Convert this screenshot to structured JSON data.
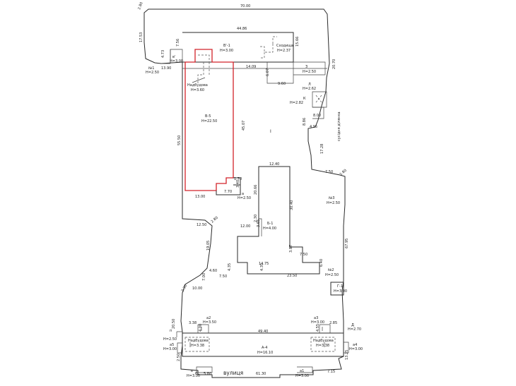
{
  "dims": {
    "top": "70.00",
    "nw_corner": "2.80",
    "left_top": "17.53",
    "b1_width": "44.86",
    "b1_left": "7.56",
    "b1_right": "15.66",
    "e_right": "20.70",
    "pr4_73": "4.73",
    "pr13_90": "13.90",
    "pr14_09": "14.09",
    "pr6_07": "6.07",
    "pr9_60": "9.60",
    "pr8_00": "8.00",
    "pr8_86": "8.86",
    "pr4_95": "4.95",
    "pr17_28": "17.28",
    "pr7_50a": "7.50",
    "pr2_80b": "2.80",
    "left_main": "55.50",
    "b5_right": "45.07",
    "pr1_70": "1.70",
    "pr3_40": "3.40",
    "pr13_00": "13.00",
    "pr7_70": "7.70",
    "pr12_40": "12.40",
    "pr20_66": "20.66",
    "pr30_40": "30.40",
    "pr12_50": "12.50",
    "pr2_80c": "2.80",
    "pr12_00": "12.00",
    "pr2_30": "2.30",
    "pr3_65": "3.65",
    "pr3_87": "3.87",
    "pr7_50b": "7.50",
    "pr19_05": "19.05",
    "pr4_60": "4.60",
    "pr4_35a": "4.35",
    "pr14_75": "14.75",
    "pr4_35b": "4.35",
    "pr6_40": "6.40",
    "pr67_95": "67.95",
    "pr7_00": "7.00",
    "pr7_50c": "7.50",
    "pr23_50": "23.50",
    "pr2_30b": "2.30",
    "pr10_00": "10.00",
    "pr3_38": "3.38",
    "pr4_00a": "4.00",
    "pr49_40": "49.40",
    "pr2_85": "2.85",
    "pr4_55": "4.55",
    "pr20_50": "20.50",
    "pr2_50s": "2.50",
    "pr61_30": "61.30",
    "pr6_w": "6",
    "pr5_80": "5.80",
    "pr7_15": "7.15",
    "pr13_25": "13.25"
  },
  "labels": {
    "n1": "№1",
    "n1_h": "H=2.50",
    "v_small": "в'",
    "v_small_h": "H=3.00",
    "b1": "В'-1",
    "b1_h": "H=3.00",
    "skhodyshche": "Сходища",
    "skhodyshche_h": "H=2.37",
    "z": "З",
    "z_h": "H=2.50",
    "nadbudova_top": "Надбудова",
    "nadbudova_top_h": "H=3.60",
    "l": "Л",
    "l_h": "H=2.62",
    "k": "К",
    "k_h": "H=2.82",
    "b5": "В-5",
    "b5_h": "H=22.50",
    "roman1": "І",
    "side": "сусідня ділянка",
    "a": "а",
    "a_h": "H=2.50",
    "n3": "№3",
    "n3_h": "H=2.50",
    "b_1": "Б-1",
    "b_1_h": "H=4.00",
    "n2": "№2",
    "n2_h": "H=2.50",
    "g1": "Г-1",
    "g1_h": "H=3.00",
    "a2": "а2",
    "a2_h": "H=3.50",
    "a3": "а3",
    "a3_h": "H=3.00",
    "d": "Д",
    "d_h": "H=2.70",
    "p": "п",
    "p_h": "H=2.50",
    "a5": "а5",
    "a5_h": "H=3.00",
    "a4": "а4",
    "a4_h": "H=3.00",
    "nad_l": "Надбудова",
    "nad_l_h": "H=3.38",
    "nad_r": "Надбудова",
    "nad_r_h": "H=3.38",
    "a_main": "А-4",
    "a_main_h": "H=16.10",
    "street": "вулиця",
    "e_bot": "е",
    "e_bot_h": "H=3.00",
    "a1": "а1",
    "a1_h": "H=3.00"
  },
  "colors": {
    "outline": "#2a2a2a",
    "highlight": "#d2232a"
  }
}
